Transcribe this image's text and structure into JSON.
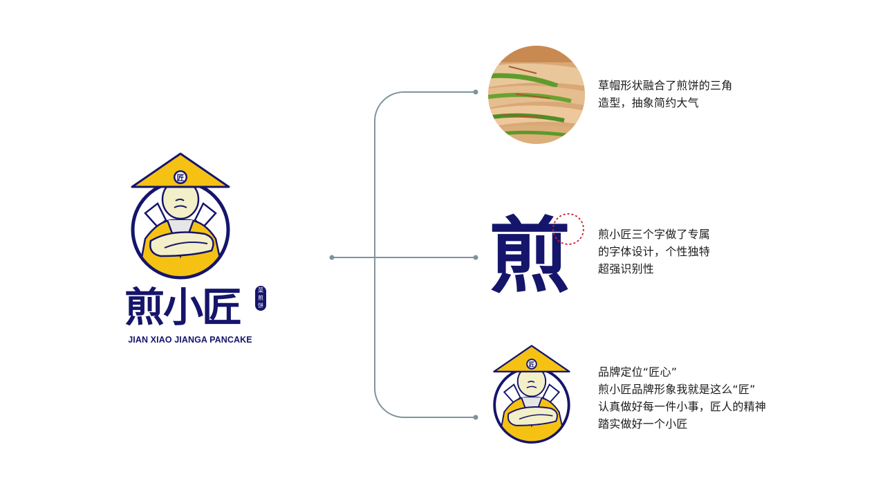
{
  "colors": {
    "navy": "#15156b",
    "yellow": "#f5c214",
    "connector": "#7f939b",
    "highlight_circle": "#c8202a",
    "skin": "#f3efc8"
  },
  "logo": {
    "brand_name": "煎小匠",
    "badge_text": [
      "菜",
      "煎",
      "饼"
    ],
    "tagline": "JIAN XIAO JIANGA PANCAKE",
    "hat_emblem": "匠"
  },
  "branches": [
    {
      "visual": "pancake-photo",
      "lines": [
        "草帽形状融合了煎饼的三角",
        "造型，抽象简约大气"
      ]
    },
    {
      "visual": "custom-glyph",
      "glyph": "煎",
      "lines": [
        "煎小匠三个字做了专属",
        "的字体设计，个性独特",
        "超强识别性"
      ]
    },
    {
      "visual": "mascot",
      "hat_emblem": "匠",
      "lines": [
        "品牌定位“匠心”",
        "煎小匠品牌形象我就是这么“匠”",
        "认真做好每一件小事，匠人的精神",
        "踏实做好一个小匠"
      ]
    }
  ]
}
